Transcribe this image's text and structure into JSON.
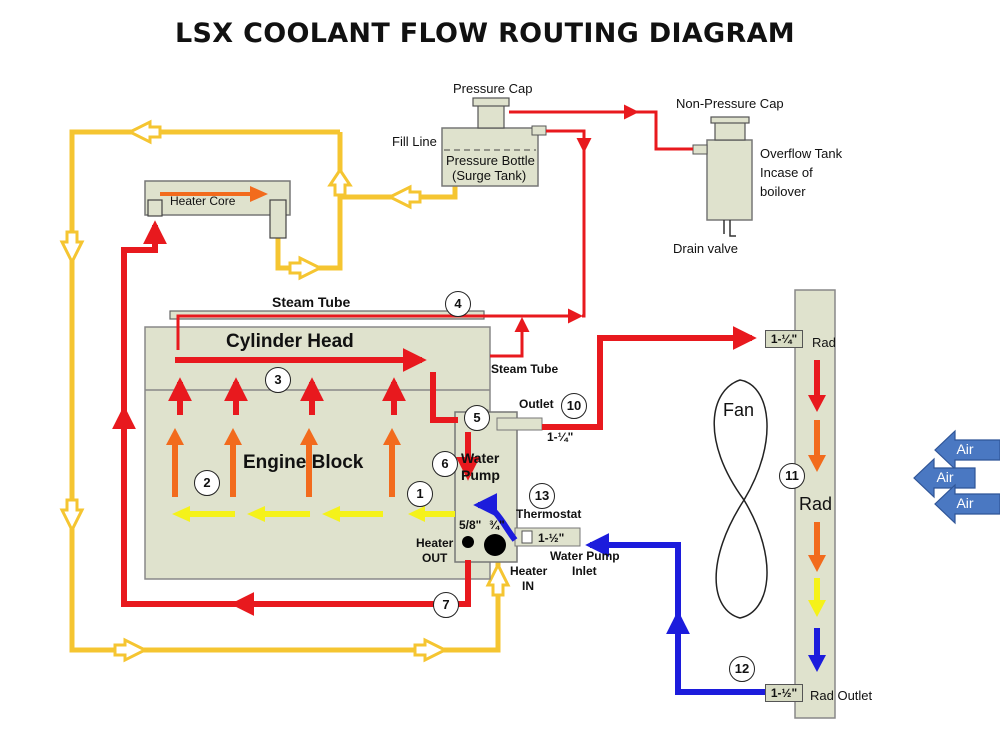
{
  "title": "LSX COOLANT FLOW ROUTING DIAGRAM",
  "components": {
    "pressure_cap": "Pressure Cap",
    "fill_line": "Fill Line",
    "pressure_bottle_line1": "Pressure Bottle",
    "pressure_bottle_line2": "(Surge Tank)",
    "non_pressure_cap": "Non-Pressure Cap",
    "overflow_tank_line1": "Overflow Tank",
    "overflow_tank_line2": "Incase of",
    "overflow_tank_line3": "boilover",
    "drain_valve": "Drain valve",
    "heater_core": "Heater Core",
    "steam_tube_top": "Steam Tube",
    "steam_tube_side": "Steam Tube",
    "cylinder_head": "Cylinder Head",
    "engine_block": "Engine Block",
    "outlet": "Outlet",
    "water_pump_line1": "Water",
    "water_pump_line2": "Pump",
    "thermostat": "Thermostat",
    "heater_out_line1": "Heater",
    "heater_out_line2": "OUT",
    "heater_in_line1": "Heater",
    "heater_in_line2": "IN",
    "water_pump_inlet_line1": "Water Pump",
    "water_pump_inlet_line2": "Inlet",
    "fan": "Fan",
    "rad_top": "Rad",
    "rad_middle": "Rad",
    "rad_outlet": "Rad Outlet"
  },
  "sizes": {
    "outlet_hose": "1-¼\"",
    "rad_inlet": "1-¼\"",
    "thermostat_inlet": "1-½\"",
    "rad_outlet": "1-½\"",
    "heater_out_size": "5/8\"",
    "heater_in_size": "¾\""
  },
  "steps": [
    "1",
    "2",
    "3",
    "4",
    "5",
    "6",
    "7",
    "10",
    "11",
    "12",
    "13"
  ],
  "air": [
    "Air",
    "Air",
    "Air"
  ],
  "colors": {
    "hot": "#e8191e",
    "warm": "#f26b1d",
    "cool": "#f5e61a",
    "cold": "#1c1cdc",
    "heater_loop": "#f5c531",
    "engine_body": "#dfe2cd",
    "air_arrow": "#4a78c2"
  }
}
